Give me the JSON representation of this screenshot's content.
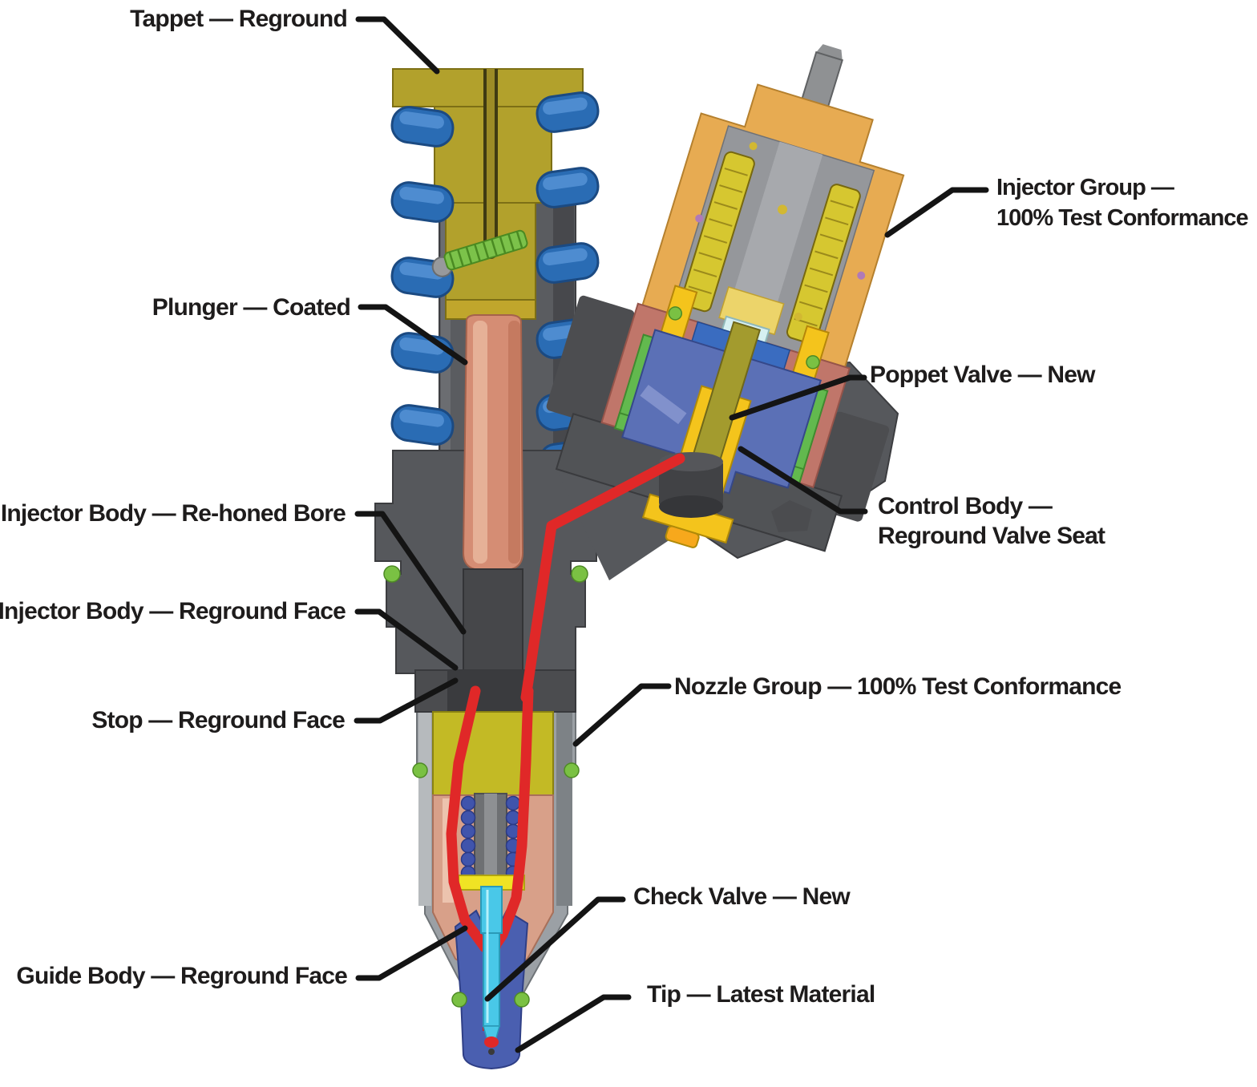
{
  "diagram": {
    "labels": {
      "tappet": "Tappet — Reground",
      "plunger": "Plunger — Coated",
      "injector_body_bore": "Injector Body — Re-honed Bore",
      "injector_body_face": "Injector Body — Reground Face",
      "stop": "Stop — Reground Face",
      "guide_body": "Guide Body — Reground Face",
      "injector_group_line1": "Injector Group —",
      "injector_group_line2": "100% Test Conformance",
      "poppet_valve": "Poppet Valve — New",
      "control_body_line1": "Control Body —",
      "control_body_line2": "Reground Valve Seat",
      "nozzle_group": "Nozzle Group — 100% Test Conformance",
      "check_valve": "Check Valve — New",
      "tip": "Tip — Latest Material"
    },
    "colors": {
      "background": "#ffffff",
      "label_text": "#1e1c1c",
      "leader_line": "#141414",
      "tappet_yellow": "#b2a12c",
      "spring_blue": "#2a6cb4",
      "body_gray": "#56585c",
      "plunger_salmon": "#d58d74",
      "screw_green": "#7cc24a",
      "oring_green": "#7ac143",
      "fuel_red": "#e02828",
      "nozzle_gray": "#9ba0a5",
      "nozzle_yellow": "#c3ba25",
      "nozzle_salmon": "#d8a089",
      "needle_cyan": "#49c8e8",
      "tip_blue": "#4a5fb0",
      "solenoid_orange": "#e7ab52",
      "solenoid_gray": "#95979b",
      "coil_yellow": "#d6c730",
      "solenoid_salmon": "#c0766a",
      "control_blue": "#5b70b6",
      "poppet_yellow": "#f4c41c",
      "valve_magenta": "#c050c0",
      "part_orange": "#f26d22",
      "part_green": "#62b94e",
      "stem_olive": "#a39b2e",
      "spacer_yellow": "#f0e324",
      "inner_spring_blue": "#4054ac"
    }
  }
}
